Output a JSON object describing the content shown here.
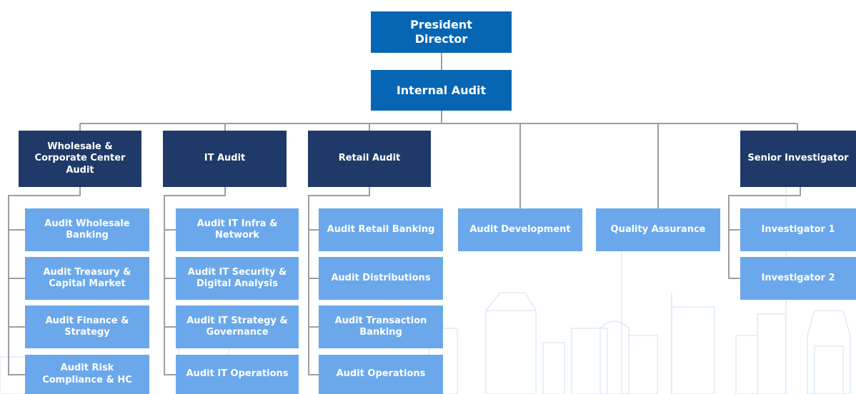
{
  "colors": {
    "top": "#0766b4",
    "dept": "#1f3a68",
    "unit": "#6aa8eb",
    "connector": "#9e9e9e"
  },
  "president": "President\nDirector",
  "internal_audit": "Internal Audit",
  "departments": [
    {
      "label": "Wholesale &\nCorporate Center\nAudit",
      "units": [
        "Audit Wholesale\nBanking",
        "Audit Treasury &\nCapital Market",
        "Audit Finance &\nStrategy",
        "Audit Risk\nCompliance & HC"
      ]
    },
    {
      "label": "IT Audit",
      "units": [
        "Audit IT Infra &\nNetwork",
        "Audit IT Security &\nDigital Analysis",
        "Audit IT Strategy &\nGovernance",
        "Audit IT Operations"
      ]
    },
    {
      "label": "Retail Audit",
      "units": [
        "Audit Retail Banking",
        "Audit Distributions",
        "Audit Transaction\nBanking",
        "Audit Operations"
      ]
    }
  ],
  "direct_units": [
    "Audit Development",
    "Quality Assurance"
  ],
  "senior_investigator": {
    "label": "Senior Investigator",
    "units": [
      "Investigator 1",
      "Investigator 2"
    ]
  }
}
